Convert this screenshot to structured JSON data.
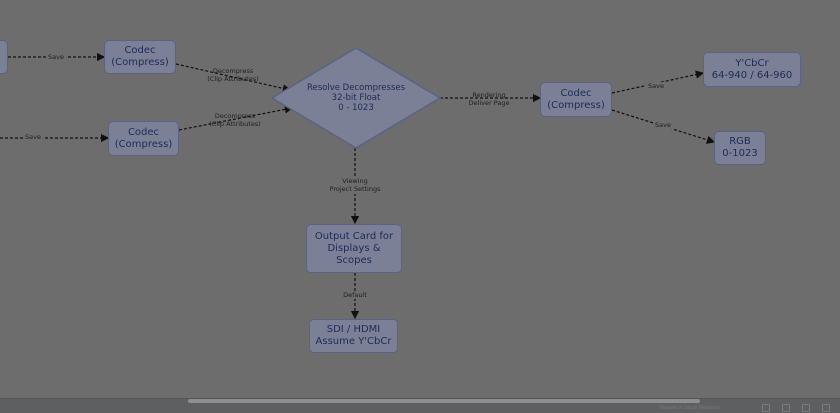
{
  "nodes": {
    "codec_top_left": "Codec\n(Compress)",
    "codec_mid_left": "Codec\n(Compress)",
    "resolve": "Resolve Decompresses\n32-bit Float\n0 - 1023",
    "codec_right": "Codec\n(Compress)",
    "ycbcr": "Y'CbCr\n64-940 / 64-960",
    "rgb": "RGB\n0-1023",
    "output_card": "Output Card for\nDisplays &\nScopes",
    "sdi": "SDI / HDMI\nAssume Y'CbCr"
  },
  "edges": {
    "save_top_left": "Save",
    "save_mid_left": "Save",
    "decompress_top": "Decompress\n(Clip Attributes)",
    "decompress_bottom": "Decompress\n(Clip Attributes)",
    "rendering": "Rendering\nDeliver Page",
    "save_ycbcr": "Save",
    "save_rgb": "Save",
    "viewing": "Viewing\nProject Settings",
    "default": "Default"
  },
  "statusbar": {
    "text": "Shared in Local Network"
  },
  "colors": {
    "node_fill": "#7b8097",
    "node_border": "#5a6384",
    "node_text": "#1d2b55",
    "canvas_bg": "#6d6d6e"
  }
}
